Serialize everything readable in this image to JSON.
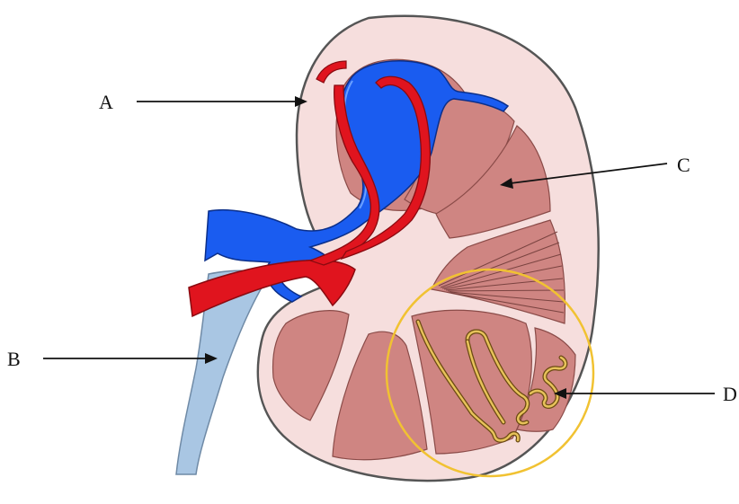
{
  "labels": {
    "a": "A",
    "b": "B",
    "c": "C",
    "d": "D"
  },
  "colors": {
    "cortex": "#f6dedd",
    "outline": "#555555",
    "pyramid": "#cf8582",
    "artery": "#e0141e",
    "vein": "#1a5cf0",
    "ureter": "#a9c6e3",
    "nephron_circle": "#f1c232",
    "nephron_tubule": "#c59a3a"
  }
}
